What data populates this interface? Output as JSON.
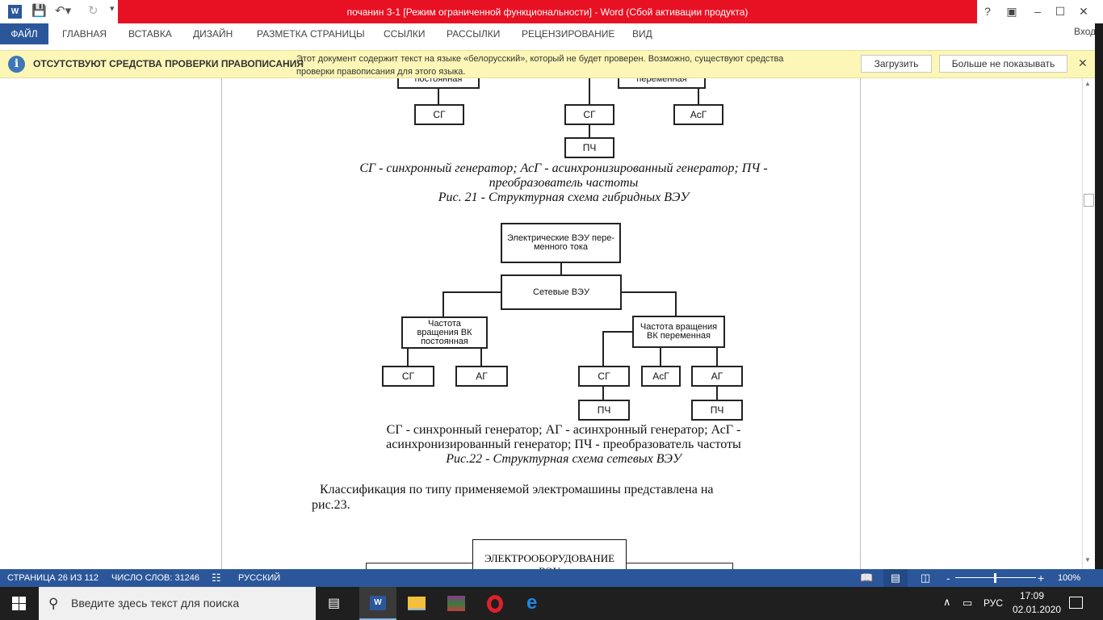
{
  "window": {
    "title": "почанин 3-1 [Режим ограниченной функциональности] -  Word (Сбой активации продукта)",
    "signin": "Вход"
  },
  "ribbon": {
    "tabs": [
      "ФАЙЛ",
      "ГЛАВНАЯ",
      "ВСТАВКА",
      "ДИЗАЙН",
      "РАЗМЕТКА СТРАНИЦЫ",
      "ССЫЛКИ",
      "РАССЫЛКИ",
      "РЕЦЕНЗИРОВАНИЕ",
      "ВИД"
    ]
  },
  "message_bar": {
    "title": "ОТСУТСТВУЮТ СРЕДСТВА ПРОВЕРКИ ПРАВОПИСАНИЯ",
    "line1": "Этот документ содержит текст на языке «белорусский», который не будет проверен. Возможно, существуют средства",
    "line2": "проверки правописания для этого языка.",
    "download": "Загрузить",
    "dont_show": "Больше не показывать"
  },
  "doc": {
    "fig21": {
      "b1": "постоянная",
      "b2": "переменная",
      "sg1": "СГ",
      "sg2": "СГ",
      "pch": "ПЧ",
      "asg": "АсГ",
      "legend1": "СГ - синхронный генератор; АсГ - асинхронизированный генератор; ПЧ -",
      "legend2": "преобразователь частоты",
      "caption": "Рис. 21 - Структурная схема гибридных ВЭУ"
    },
    "fig22": {
      "top": "Электрические ВЭУ пере-менного тока",
      "net": "Сетевые ВЭУ",
      "const": "Частота вращения ВК постоянная",
      "var": "Частота вращения ВК переменная",
      "sg": "СГ",
      "ag": "АГ",
      "asg": "АсГ",
      "pch": "ПЧ",
      "legend1": "СГ - синхронный генератор; АГ - асинхронный генератор; АсГ -",
      "legend2": "асинхронизированный генератор; ПЧ - преобразователь частоты",
      "caption": "Рис.22 - Структурная схема сетевых ВЭУ"
    },
    "para1": "Классификация по типу применяемой электромашины представлена на",
    "para2": "рис.23.",
    "fig23": {
      "top": "ЭЛЕКТРООБОРУДОВАНИЕ ВЭУ"
    }
  },
  "status": {
    "page": "СТРАНИЦА 26 ИЗ 112",
    "words": "ЧИСЛО СЛОВ: 31246",
    "lang": "РУССКИЙ",
    "zoom": "100%",
    "zoom_percent": 100
  },
  "taskbar": {
    "search_placeholder": "Введите здесь текст для поиска",
    "lang": "РУС",
    "time": "17:09",
    "date": "02.01.2020"
  }
}
